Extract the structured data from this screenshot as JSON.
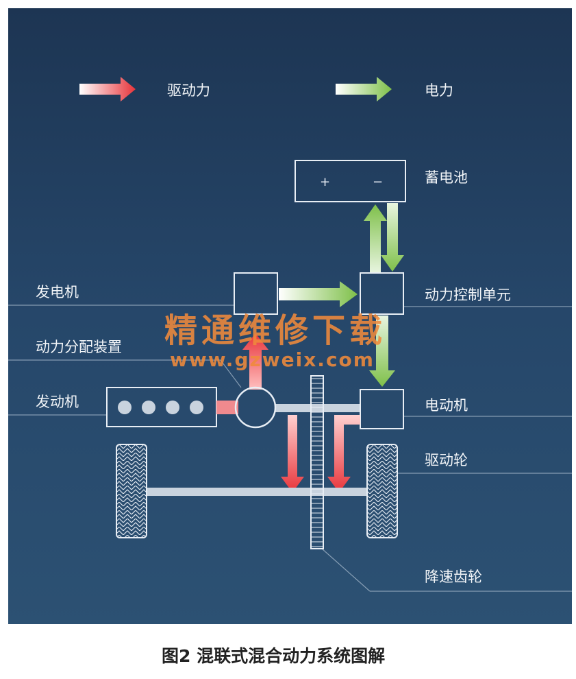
{
  "legend": {
    "drive_force": "驱动力",
    "electric_power": "电力"
  },
  "components": {
    "battery": "蓄电池",
    "battery_plus": "+",
    "battery_minus": "−",
    "generator": "发电机",
    "power_control_unit": "动力控制单元",
    "power_split_device": "动力分配装置",
    "engine": "发动机",
    "motor": "电动机",
    "drive_wheel": "驱动轮",
    "reduction_gear": "降速齿轮"
  },
  "watermark": {
    "text": "精通维修下载",
    "url": "www.gzweix.com"
  },
  "caption": "图2 混联式混合动力系统图解",
  "colors": {
    "background": "#23405f",
    "drive_arrow": "#e8343a",
    "electric_arrow": "#7fc04a",
    "watermark": "#f08a3c"
  }
}
